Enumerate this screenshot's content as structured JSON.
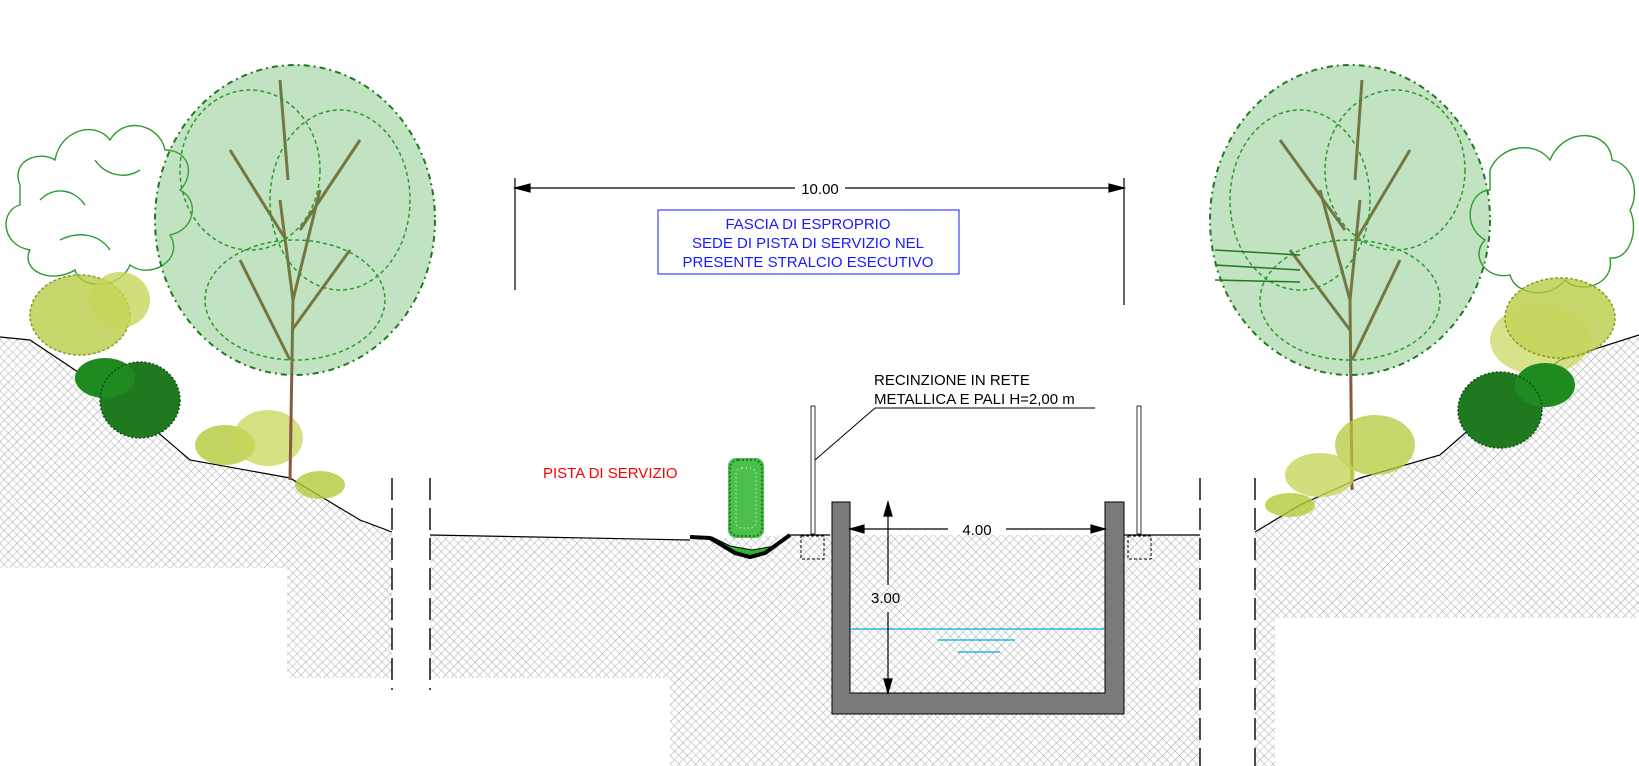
{
  "drawing": {
    "dim_total_width": "10.00",
    "note_expropriation": {
      "line1": "FASCIA DI ESPROPRIO",
      "line2": "SEDE DI PISTA DI SERVIZIO NEL",
      "line3": "PRESENTE STRALCIO ESECUTIVO"
    },
    "fence_label": {
      "line1": "RECINZIONE IN RETE",
      "line2": "METALLICA E PALI  H=2,00 m"
    },
    "service_track_label": "PISTA DI SERVIZIO",
    "channel_width": "4.00",
    "channel_depth": "3.00"
  },
  "colors": {
    "line": "#000000",
    "note_text": "#1a1aff",
    "note_border": "#1a1aff",
    "service_track": "#ff0000",
    "concrete": "#7a7a7a",
    "water": "#00aadd",
    "soil_hatch": "#8a8a8a",
    "foliage_dark": "#1f7a1f",
    "foliage_light": "#4caf50",
    "foliage_yellow": "#b5c93a",
    "trunk": "#8b5a3c",
    "shrub_green": "#2db52d"
  }
}
